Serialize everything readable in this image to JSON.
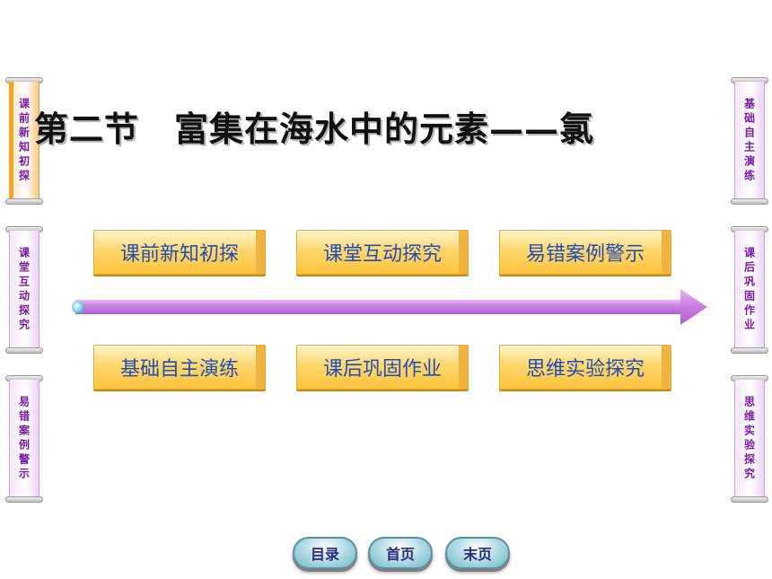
{
  "left_tabs": [
    {
      "label": "课前新知初探"
    },
    {
      "label": "课堂互动探究"
    },
    {
      "label": "易错案例警示"
    }
  ],
  "right_tabs": [
    {
      "label": "基础自主演练"
    },
    {
      "label": "课后巩固作业"
    },
    {
      "label": "思维实验探究"
    }
  ],
  "title": "第二节　富集在海水中的元素——氯",
  "menu_row1": [
    "课前新知初探",
    "课堂互动探究",
    "易错案例警示"
  ],
  "menu_row2": [
    "基础自主演练",
    "课后巩固作业",
    "思维实验探究"
  ],
  "nav": {
    "toc": "目录",
    "home": "首页",
    "last": "末页"
  },
  "colors": {
    "accent_purple": "#c77be0",
    "button_gold": "#ffc43d",
    "link_blue": "#1b4fbf"
  }
}
